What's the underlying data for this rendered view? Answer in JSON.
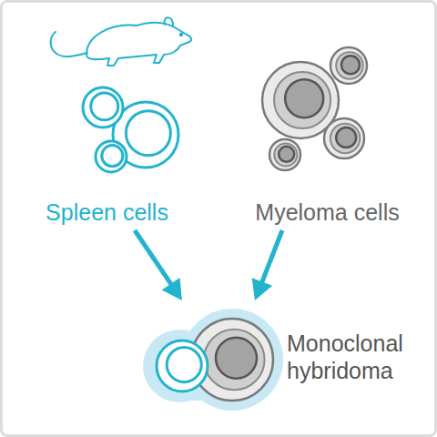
{
  "diagram": {
    "nodes": [
      {
        "text": [
          "Spleen cells"
        ]
      },
      {
        "text": [
          "Myeloma cells"
        ]
      },
      {
        "text": [
          "Monoclonal hybridoma"
        ]
      }
    ],
    "edges": [
      {
        "from": 0,
        "to": 2,
        "arrow": "to"
      },
      {
        "from": 1,
        "to": 2,
        "arrow": "to"
      }
    ]
  }
}
